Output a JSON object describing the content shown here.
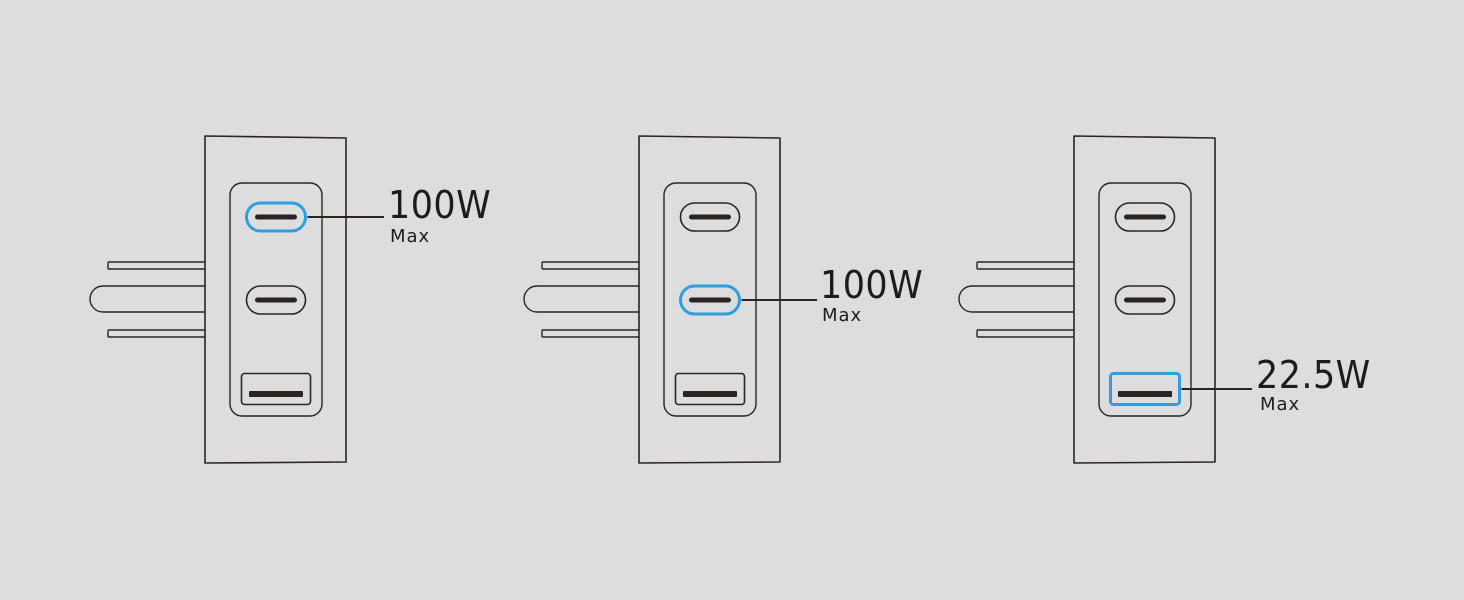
{
  "colors": {
    "background": "#dddddd",
    "outline": "#2a2423",
    "body_fill": "#dddddd",
    "highlight": "#2f9ee0",
    "port_slot": "#2a2423"
  },
  "chargers": [
    {
      "name": "charger-1",
      "ports": [
        {
          "type": "usb-c",
          "highlighted": true
        },
        {
          "type": "usb-c",
          "highlighted": false
        },
        {
          "type": "usb-a",
          "highlighted": false
        }
      ],
      "rating": {
        "power": "100W",
        "label": "Max"
      }
    },
    {
      "name": "charger-2",
      "ports": [
        {
          "type": "usb-c",
          "highlighted": false
        },
        {
          "type": "usb-c",
          "highlighted": true
        },
        {
          "type": "usb-a",
          "highlighted": false
        }
      ],
      "rating": {
        "power": "100W",
        "label": "Max"
      }
    },
    {
      "name": "charger-3",
      "ports": [
        {
          "type": "usb-c",
          "highlighted": false
        },
        {
          "type": "usb-c",
          "highlighted": false
        },
        {
          "type": "usb-a",
          "highlighted": true
        }
      ],
      "rating": {
        "power": "22.5W",
        "label": "Max"
      }
    }
  ]
}
